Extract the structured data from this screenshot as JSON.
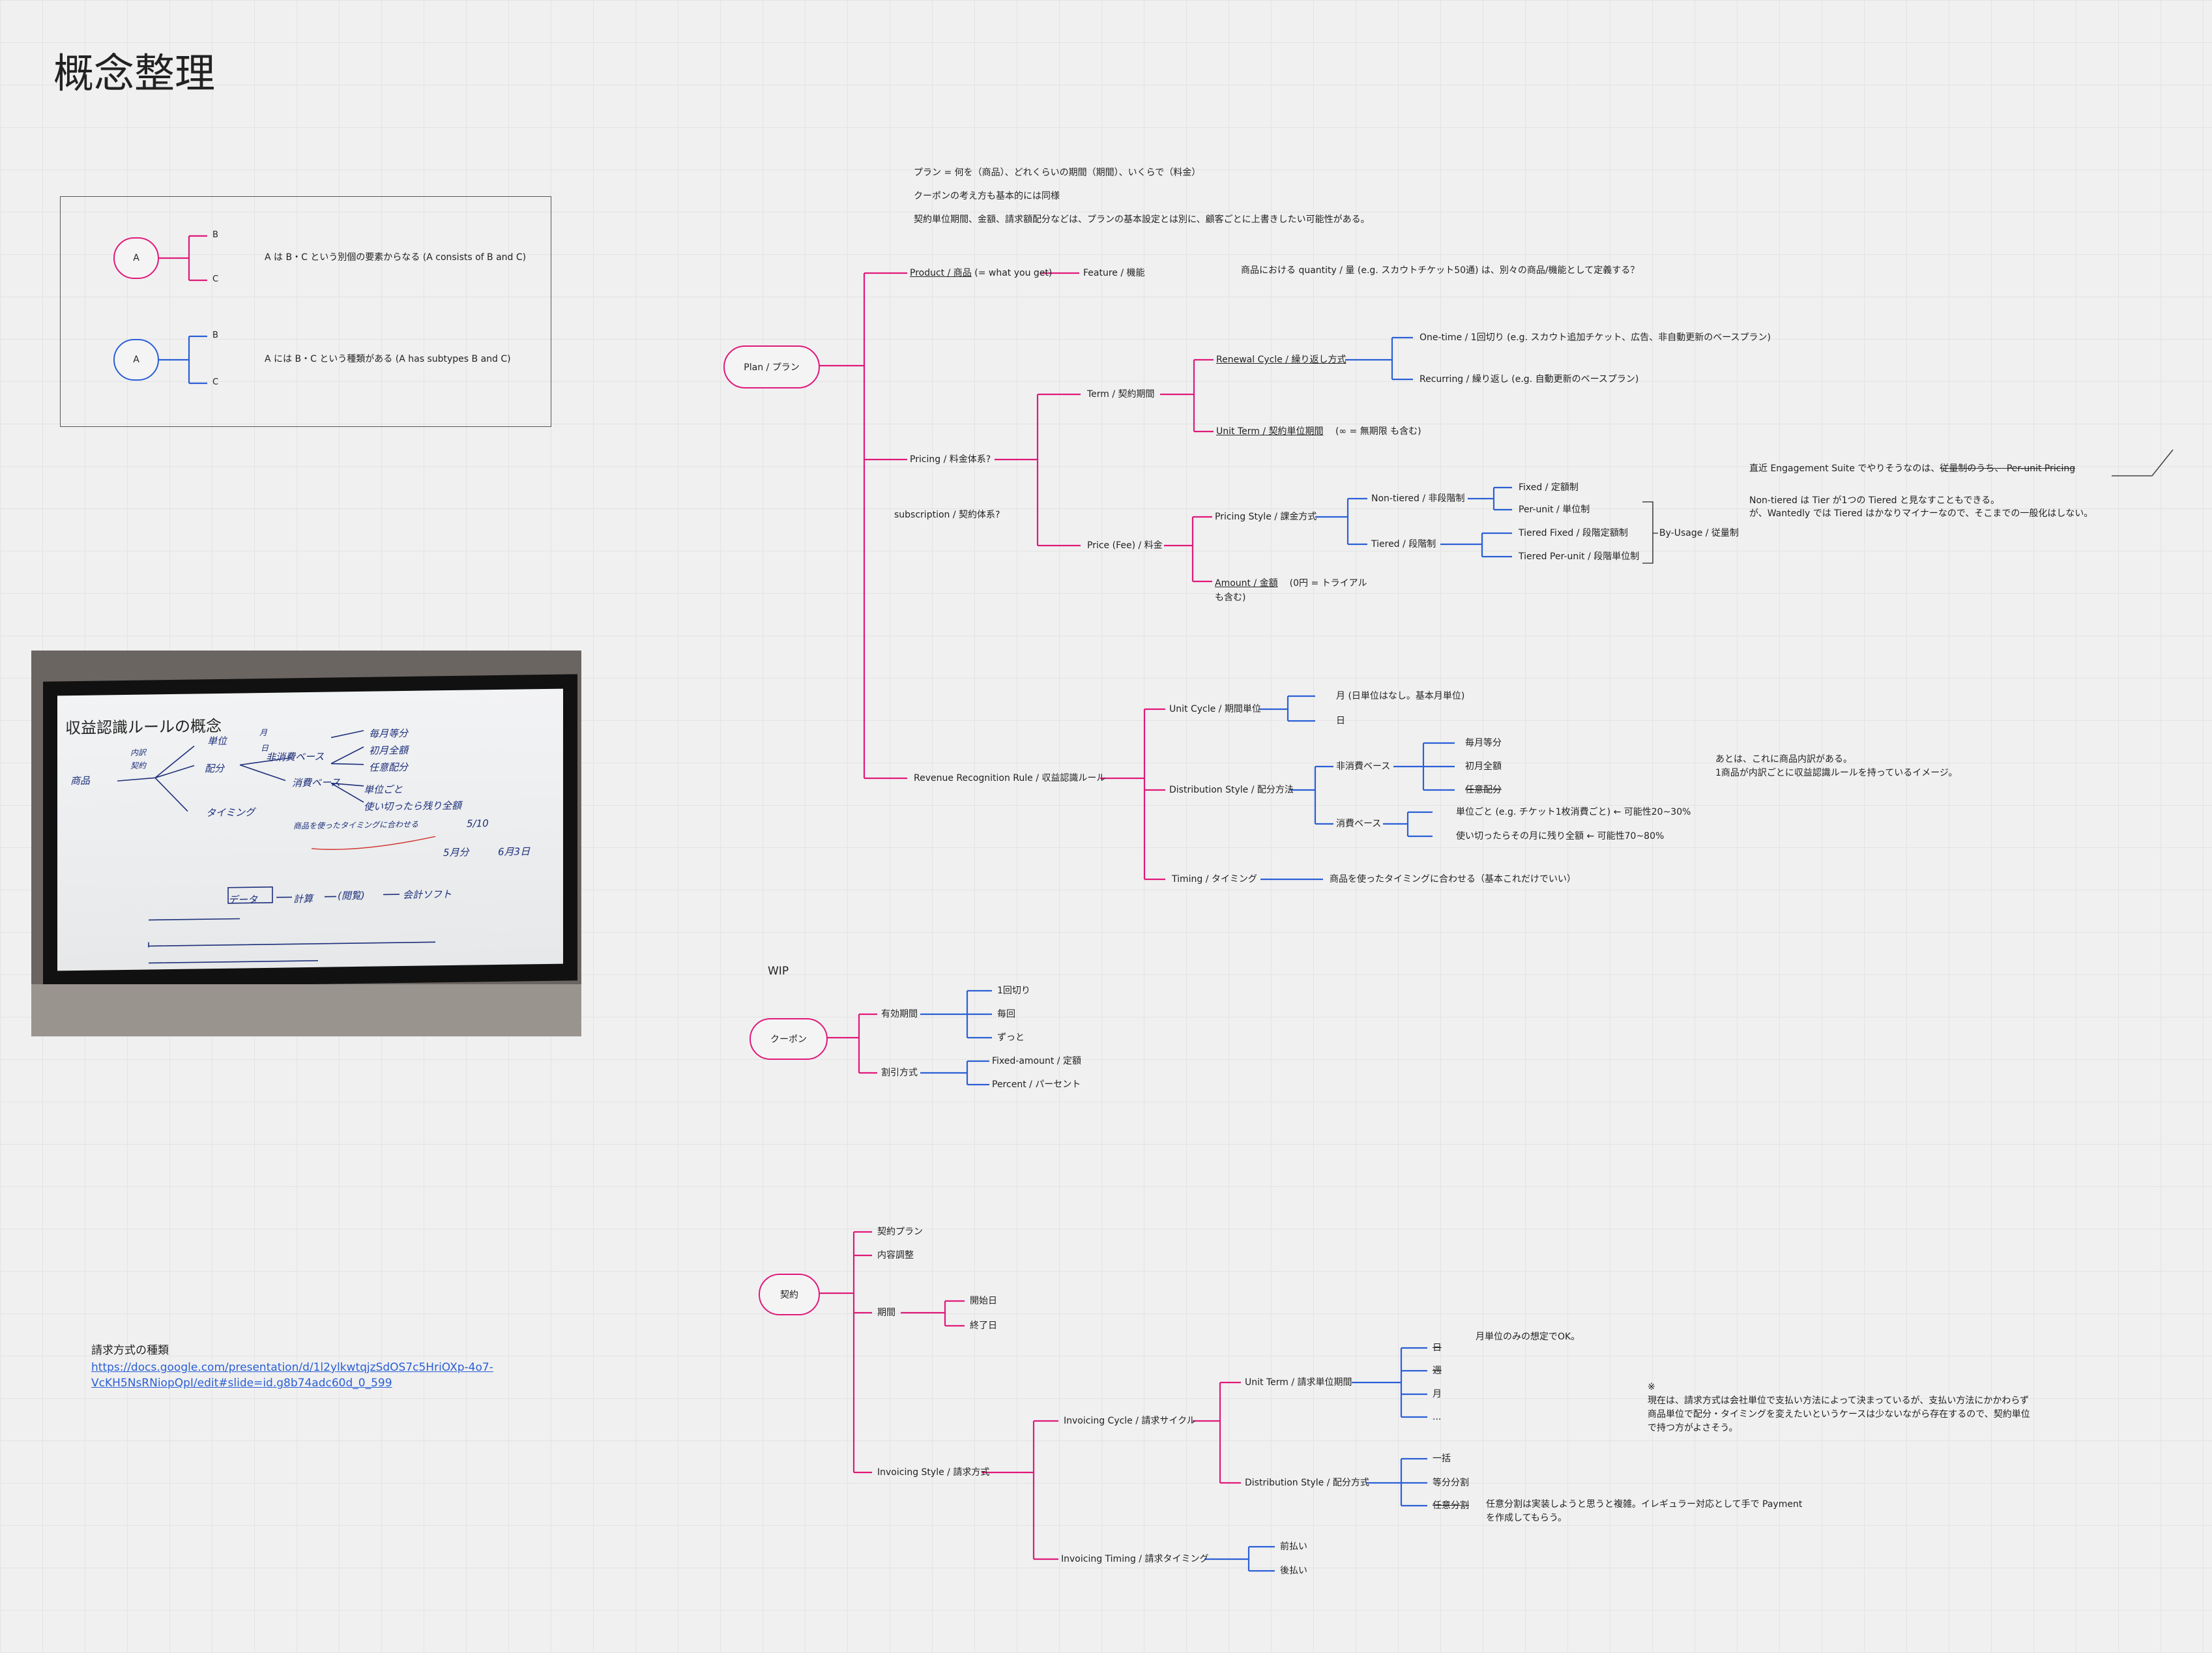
{
  "page": {
    "title": "概念整理"
  },
  "legend": {
    "consists": {
      "node": "A",
      "child1": "B",
      "child2": "C",
      "desc": "A は B・C という別個の要素からなる (A consists of B and C)"
    },
    "subtypes": {
      "node": "A",
      "child1": "B",
      "child2": "C",
      "desc": "A には B・C という種類がある (A has subtypes B and C)"
    },
    "colors": {
      "consists": "#e0197a",
      "subtypes": "#2a5fd6"
    }
  },
  "notes": {
    "plan_definition": "プラン = 何を（商品）、どれくらいの期間（期間）、いくらで（料金）",
    "coupon_note": "クーポンの考え方も基本的には同様",
    "override_note": "契約単位期間、金額、請求額配分などは、プランの基本設定とは別に、顧客ごとに上書きしたい可能性がある。",
    "quantity_note": "商品における quantity / 量 (e.g. スカウトチケット50通) は、別々の商品/機能として定義する？",
    "engagement_prefix": "直近 Engagement Suite でやりそうなのは、",
    "engagement_struck": "従量制のうち、 Per-unit Pricing",
    "tier_note_1": "Non-tiered は Tier が1つの Tiered と見なすこともできる。",
    "tier_note_2": "が、Wantedly では Tiered はかなりマイナーなので、そこまでの一般化はしない。",
    "revenue_note_1": "あとは、これに商品内訳がある。",
    "revenue_note_2": "1商品が内訳ごとに収益認識ルールを持っているイメージ。",
    "monthly_note": "月単位のみの想定でOK。",
    "invoice_note_mark": "※",
    "invoice_note_1": "現在は、請求方式は会社単位で支払い方法によって決まっているが、支払い方法にかかわらず",
    "invoice_note_2": "商品単位で配分・タイミングを変えたいというケースは少ないながら存在するので、契約単位",
    "invoice_note_3": "で持つ方がよさそう。",
    "arbitrary_note_1": "任意分割は実装しようと思うと複雑。イレギュラー対応として手で Payment",
    "arbitrary_note_2": "を作成してもらう。",
    "wip": "WIP"
  },
  "plan": {
    "root": "Plan / プラン",
    "product": "Product / 商品",
    "product_suffix": "(= what you get)",
    "feature": "Feature / 機能",
    "pricing": "Pricing / 料金体系?",
    "subscription": "subscription / 契約体系?",
    "term": "Term / 契約期間",
    "renewal": "Renewal Cycle / 繰り返し方式",
    "onetime": "One-time / 1回切り (e.g. スカウト追加チケット、広告、非自動更新のベースプラン)",
    "recurring": "Recurring / 繰り返し (e.g. 自動更新のベースプラン)",
    "unit_term": "Unit Term / 契約単位期間",
    "unit_term_suffix": "(∞ = 無期限 も含む)",
    "price": "Price (Fee) / 料金",
    "pricing_style": "Pricing Style / 課金方式",
    "non_tiered": "Non-tiered / 非段階制",
    "fixed": "Fixed / 定額制",
    "per_unit": "Per-unit / 単位制",
    "tiered": "Tiered / 段階制",
    "tiered_fixed": "Tiered Fixed / 段階定額制",
    "tiered_per_unit": "Tiered Per-unit / 段階単位制",
    "by_usage": "By-Usage / 従量制",
    "amount": "Amount / 金額",
    "amount_suffix_1": "(0円 = トライアル",
    "amount_suffix_2": "も含む)",
    "revenue": "Revenue Recognition Rule / 収益認識ルール",
    "unit_cycle": "Unit Cycle / 期間単位",
    "month": "月  (日単位はなし。基本月単位)",
    "day": "日",
    "distribution": "Distribution Style / 配分方法",
    "non_consumption": "非消費ベース",
    "monthly_equal": "毎月等分",
    "first_month": "初月全額",
    "arbitrary": "任意配分",
    "consumption": "消費ベース",
    "per_unit_consume": "単位ごと  (e.g. チケット1枚消費ごと) ← 可能性20~30%",
    "remaining": "使い切ったらその月に残り全額 ← 可能性70~80%",
    "timing": "Timing / タイミング",
    "timing_desc": "商品を使ったタイミングに合わせる（基本これだけでいい）"
  },
  "coupon": {
    "root": "クーポン",
    "validity": "有効期間",
    "once": "1回切り",
    "every": "毎回",
    "forever": "ずっと",
    "discount": "割引方式",
    "fixed_amount": "Fixed-amount / 定額",
    "percent": "Percent / パーセント"
  },
  "contract": {
    "root": "契約",
    "plan": "契約プラン",
    "adjust": "内容調整",
    "period": "期間",
    "start": "開始日",
    "end": "終了日",
    "invoicing_style": "Invoicing Style / 請求方式",
    "invoicing_cycle": "Invoicing Cycle / 請求サイクル",
    "unit_term": "Unit Term / 請求単位期間",
    "day": "日",
    "week": "週",
    "month": "月",
    "more": "...",
    "distribution": "Distribution Style / 配分方式",
    "lump": "一括",
    "equal": "等分分割",
    "arbitrary": "任意分割",
    "invoicing_timing": "Invoicing Timing / 請求タイミング",
    "prepay": "前払い",
    "postpay": "後払い"
  },
  "billing_link": {
    "heading": "請求方式の種類",
    "url_line_1": "https://docs.google.com/presentation/d/1l2ylkwtqjzSdOS7c5HriOXp-4o7-",
    "url_line_2": "VcKH5NsRNiopQpI/edit#slide=id.g8b74adc60d_0_599"
  },
  "whiteboard": {
    "title": "収益認識ルールの概念",
    "scribbles": [
      "商品",
      "内訳",
      "契約",
      "単位",
      "月",
      "日",
      "配分",
      "非消費ベース",
      "毎月等分",
      "初月全額",
      "任意配分",
      "消費ベース",
      "単位ごと",
      "使い切ったら残り全額",
      "タイミング",
      "商品を使ったタイミングに合わせる",
      "データ",
      "計算",
      "(閲覧)",
      "会計ソフト",
      "5月分",
      "6月3日",
      "5/10"
    ]
  }
}
